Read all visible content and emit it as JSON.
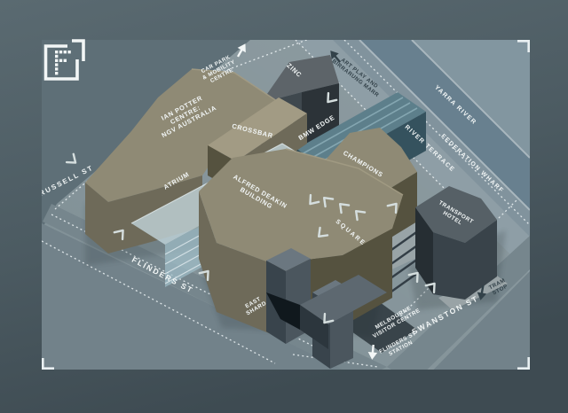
{
  "palette": {
    "bg_top": "#5a6a71",
    "bg_bottom": "#3e4b52",
    "map_base": "#7f8f95",
    "zone_nw": "#5e6f77",
    "zone_sw": "#72828a",
    "road": "#76868d",
    "plaza": "#99a4a7",
    "band_path": "#8e9ea6",
    "band_wharf": "#81939d",
    "water": "#68808f",
    "bank_line": "#a9b7be",
    "corner_ne": "#8296a0",
    "olive_top": "#8f8a75",
    "olive_lt": "#a29b84",
    "olive_side": "#6e6a59",
    "olive_dark": "#55523f",
    "dark_top": "#5d6469",
    "dark_side": "#2c3338",
    "dark_front": "#3f484e",
    "teal_top": "#5d7f8b",
    "teal_lt": "#8fb0ba",
    "teal_dark": "#35525e",
    "glass_top": "#c3d7dd",
    "glass_face": "#9dbcc6",
    "glass_line": "#e6f1f4",
    "ink": "#f2f6f6",
    "ink_dark": "#33424a",
    "chevron": "#d5dede",
    "dash": "#e9f0f2"
  },
  "logo": {
    "symbol": "F"
  },
  "buildings": {
    "ian_potter": {
      "lines": [
        "IAN POTTER",
        "CENTRE:",
        "NGV AUSTRALIA"
      ]
    },
    "crossbar": {
      "label": "CROSSBAR"
    },
    "zinc": {
      "label": "ZINC"
    },
    "bmw_edge": {
      "label": "BMW EDGE"
    },
    "champions": {
      "label": "CHAMPIONS"
    },
    "atrium": {
      "label": "ATRIUM"
    },
    "alfred_deakin": {
      "lines": [
        "ALFRED DEAKIN",
        "BUILDING"
      ]
    },
    "east_shard": {
      "lines": [
        "EAST",
        "SHARD"
      ]
    },
    "visitor_centre": {
      "lines": [
        "MELBOURNE",
        "VISITOR CENTRE"
      ]
    },
    "transport_hotel": {
      "lines": [
        "TRANSPORT",
        "HOTEL"
      ]
    }
  },
  "places": {
    "square": "SQUARE"
  },
  "streets": {
    "russell": "RUSSELL ST",
    "flinders": "FLINDERS ST",
    "swanston": "SWANSTON ST",
    "river_terrace": "RIVER TERRACE",
    "federation_wharf": "FEDERATION WHARF",
    "yarra_river": "YARRA RIVER"
  },
  "wayfinding": {
    "car_park": {
      "lines": [
        "CAR PARK",
        "& MOBILITY",
        "CENTRE"
      ]
    },
    "art_play": {
      "lines": [
        "ART PLAY AND",
        "BIRRARUNG MARR"
      ]
    },
    "tram_stop": {
      "lines": [
        "TRAM",
        "STOP"
      ]
    },
    "flinders_station": {
      "lines": [
        "FLINDERS ST",
        "STATION"
      ]
    }
  }
}
